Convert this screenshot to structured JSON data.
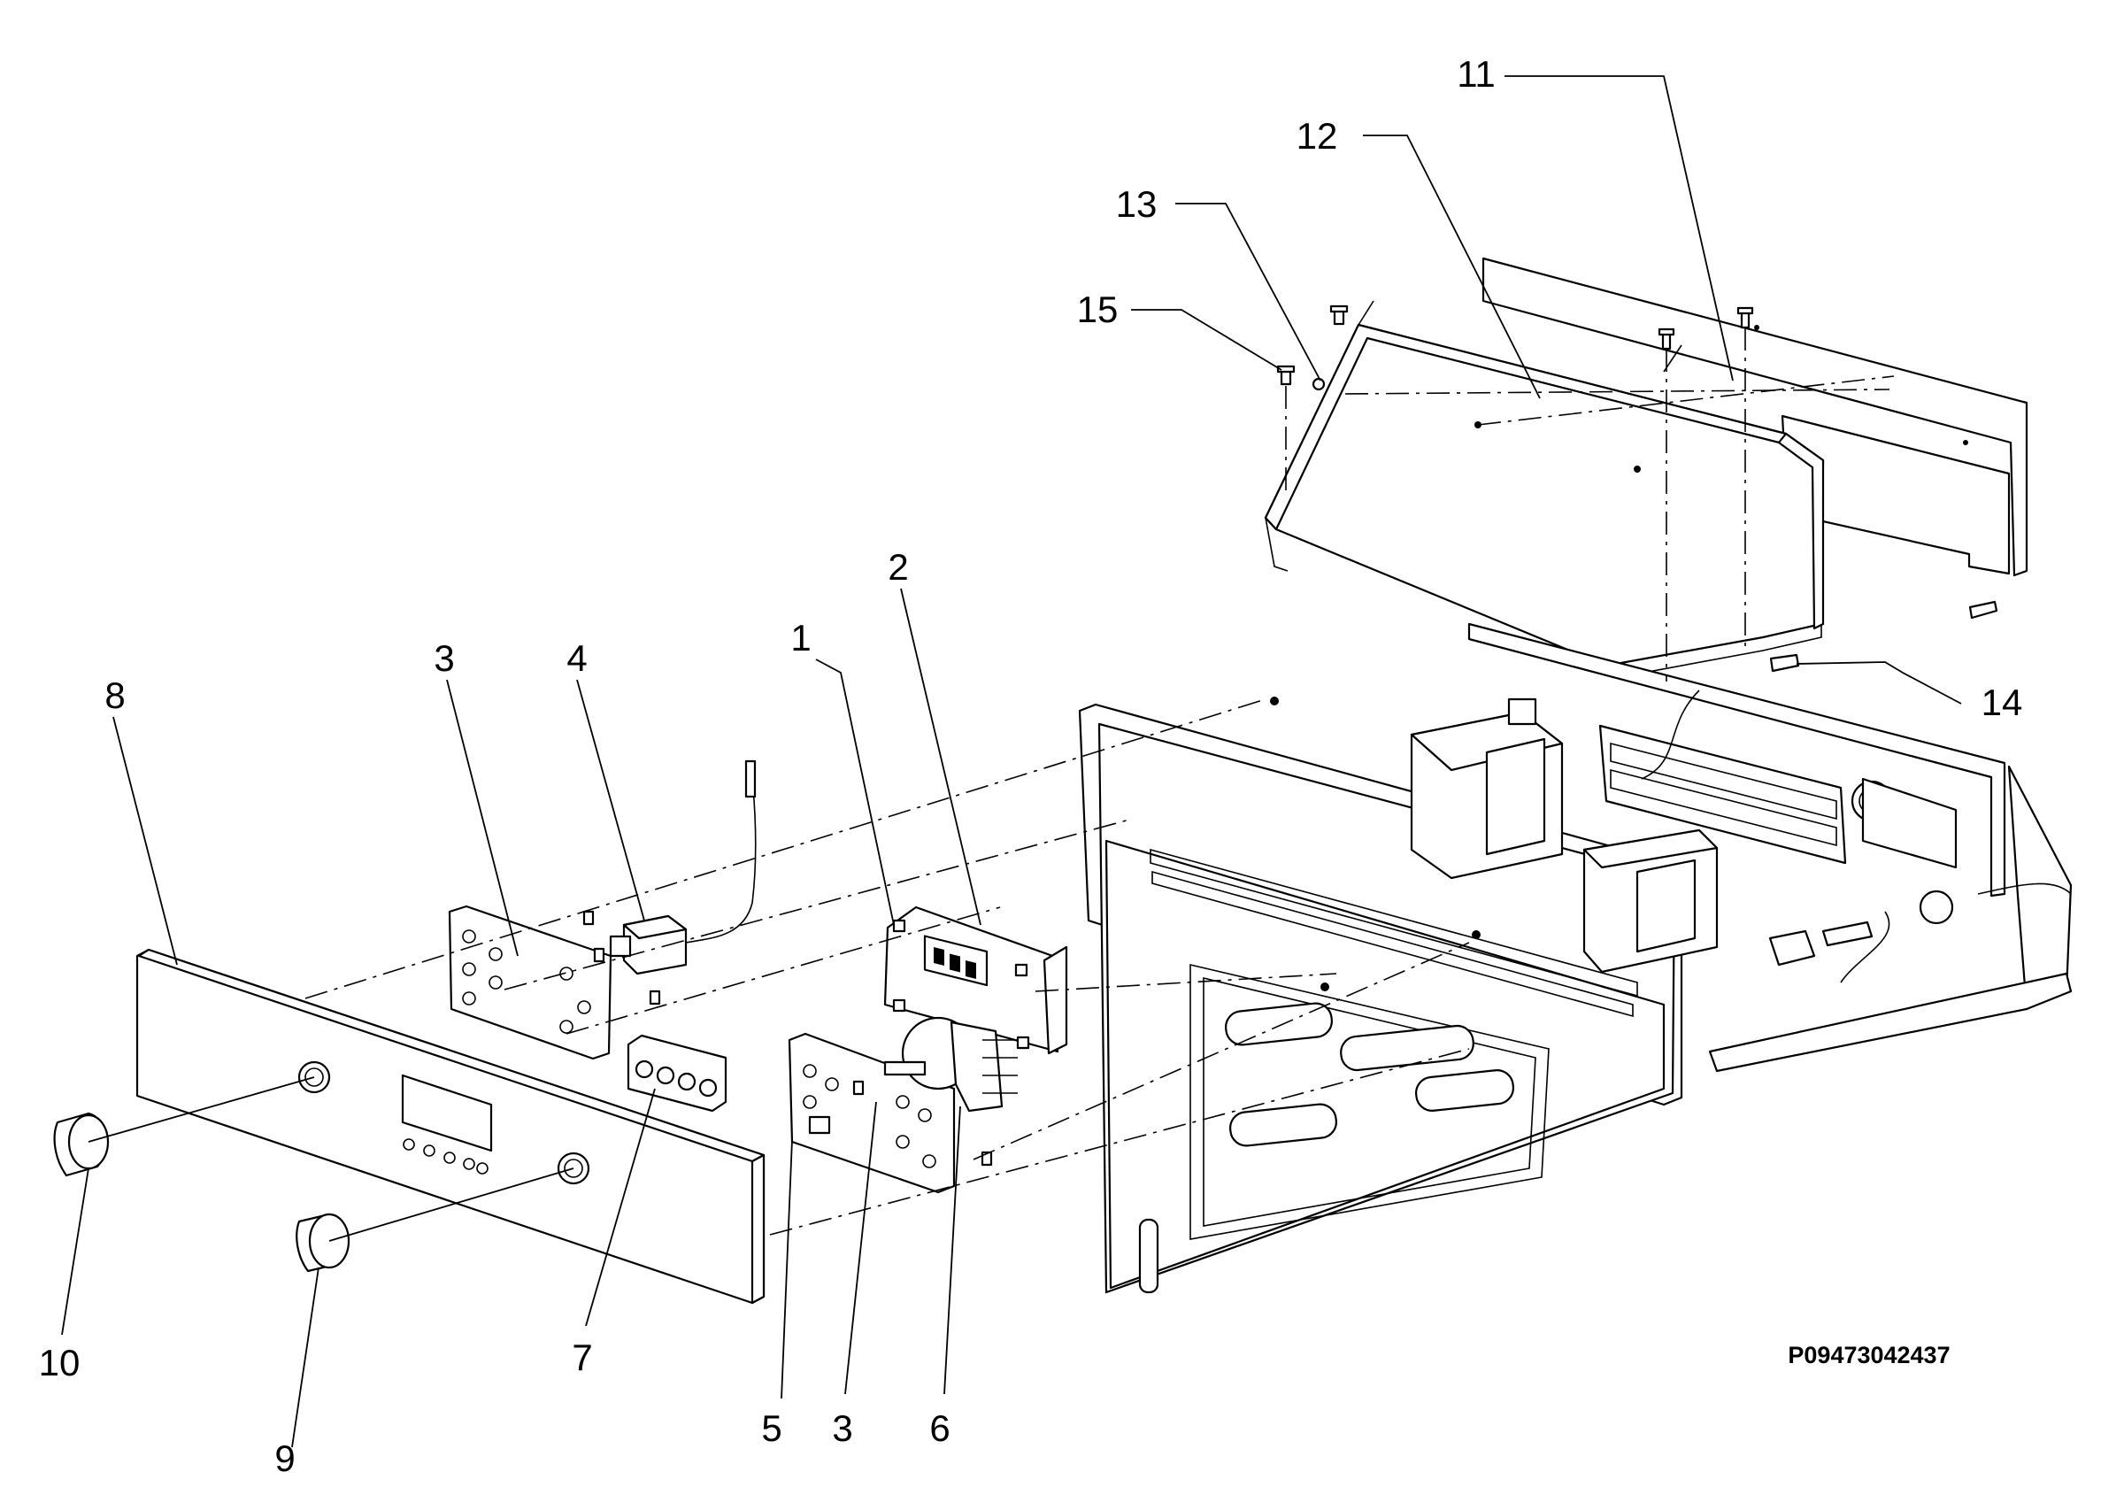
{
  "drawing_code": "P09473042437",
  "callouts": [
    {
      "id": "c1",
      "label": "1",
      "part": "electronic-control-board"
    },
    {
      "id": "c2",
      "label": "2",
      "part": "screw"
    },
    {
      "id": "c3a",
      "label": "3",
      "part": "mounting-bracket"
    },
    {
      "id": "c3b",
      "label": "3",
      "part": "mounting-bracket"
    },
    {
      "id": "c4",
      "label": "4",
      "part": "thermostat"
    },
    {
      "id": "c5",
      "label": "5",
      "part": "screw"
    },
    {
      "id": "c6",
      "label": "6",
      "part": "selector-switch"
    },
    {
      "id": "c7",
      "label": "7",
      "part": "push-button-switch"
    },
    {
      "id": "c8",
      "label": "8",
      "part": "control-panel"
    },
    {
      "id": "c9",
      "label": "9",
      "part": "knob"
    },
    {
      "id": "c10",
      "label": "10",
      "part": "knob"
    },
    {
      "id": "c11",
      "label": "11",
      "part": "rear-panel"
    },
    {
      "id": "c12",
      "label": "12",
      "part": "cooling-duct"
    },
    {
      "id": "c13",
      "label": "13",
      "part": "screw"
    },
    {
      "id": "c14",
      "label": "14",
      "part": "clip"
    },
    {
      "id": "c15",
      "label": "15",
      "part": "screw"
    }
  ]
}
